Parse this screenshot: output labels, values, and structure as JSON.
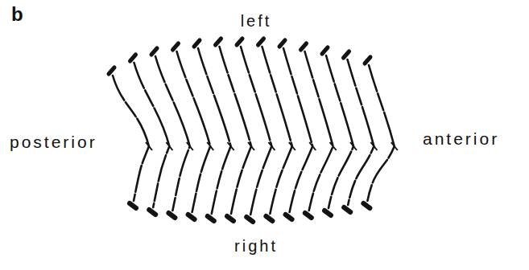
{
  "diagram": {
    "labels": [
      "b",
      "left",
      "posterior",
      "anterior",
      "right"
    ]
  }
}
